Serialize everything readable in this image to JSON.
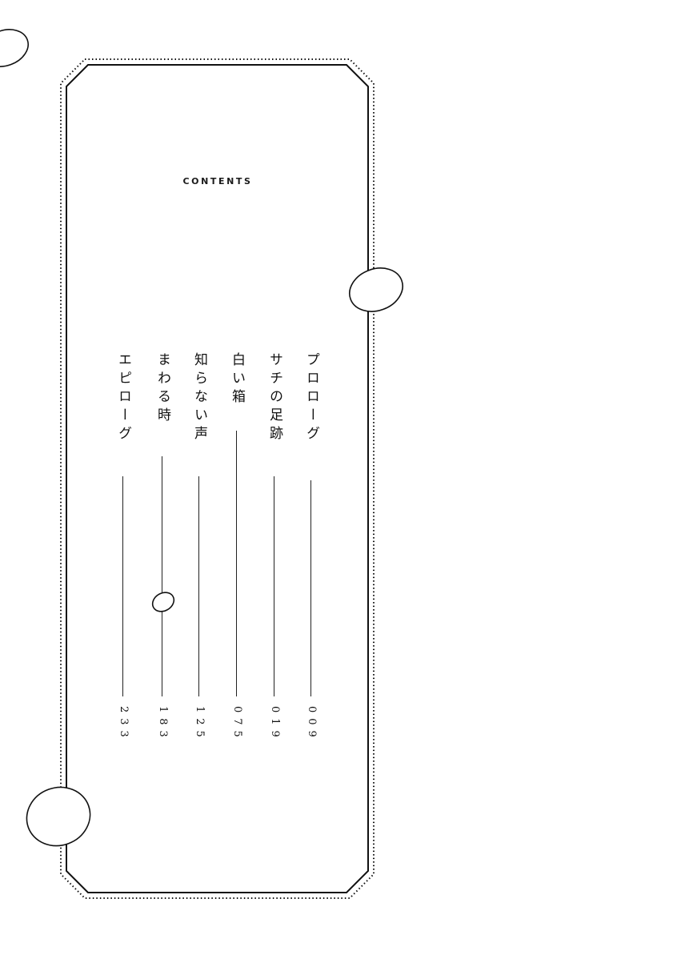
{
  "contents": {
    "heading": "CONTENTS",
    "entries": [
      {
        "title": "プロローグ",
        "page": "009"
      },
      {
        "title": "サチの足跡",
        "page": "019"
      },
      {
        "title": "白い箱",
        "page": "075"
      },
      {
        "title": "知らない声",
        "page": "125"
      },
      {
        "title": "まわる時",
        "page": "183"
      },
      {
        "title": "エピローグ",
        "page": "233"
      }
    ]
  }
}
